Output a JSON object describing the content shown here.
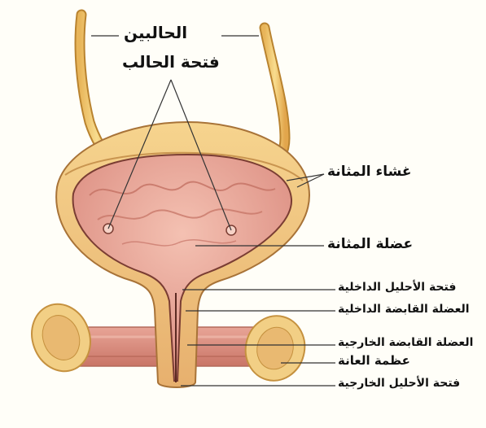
{
  "labels": {
    "ureters": "الحالبين",
    "ureteral_openings": "فتحة الحالب",
    "bladder_lining": "غشاء المثانة",
    "bladder_muscle": "عضلة المثانة",
    "internal_urethral_opening": "فتحة الأحليل الداخلية",
    "internal_sphincter": "العضلة القابضة الداخلية",
    "external_sphincter": "العضلة القابضة الخارجية",
    "pubic_bone": "عظمة العانة",
    "external_urethral_opening": "فتحة الأحليل الخارجية"
  },
  "colors": {
    "ureter": "#f2c86a",
    "muscle_wall": "#eec680",
    "lining": "#e9a79c",
    "bone_bar": "#d98a7e",
    "bone_end": "#f2cf85",
    "line": "#333333"
  }
}
